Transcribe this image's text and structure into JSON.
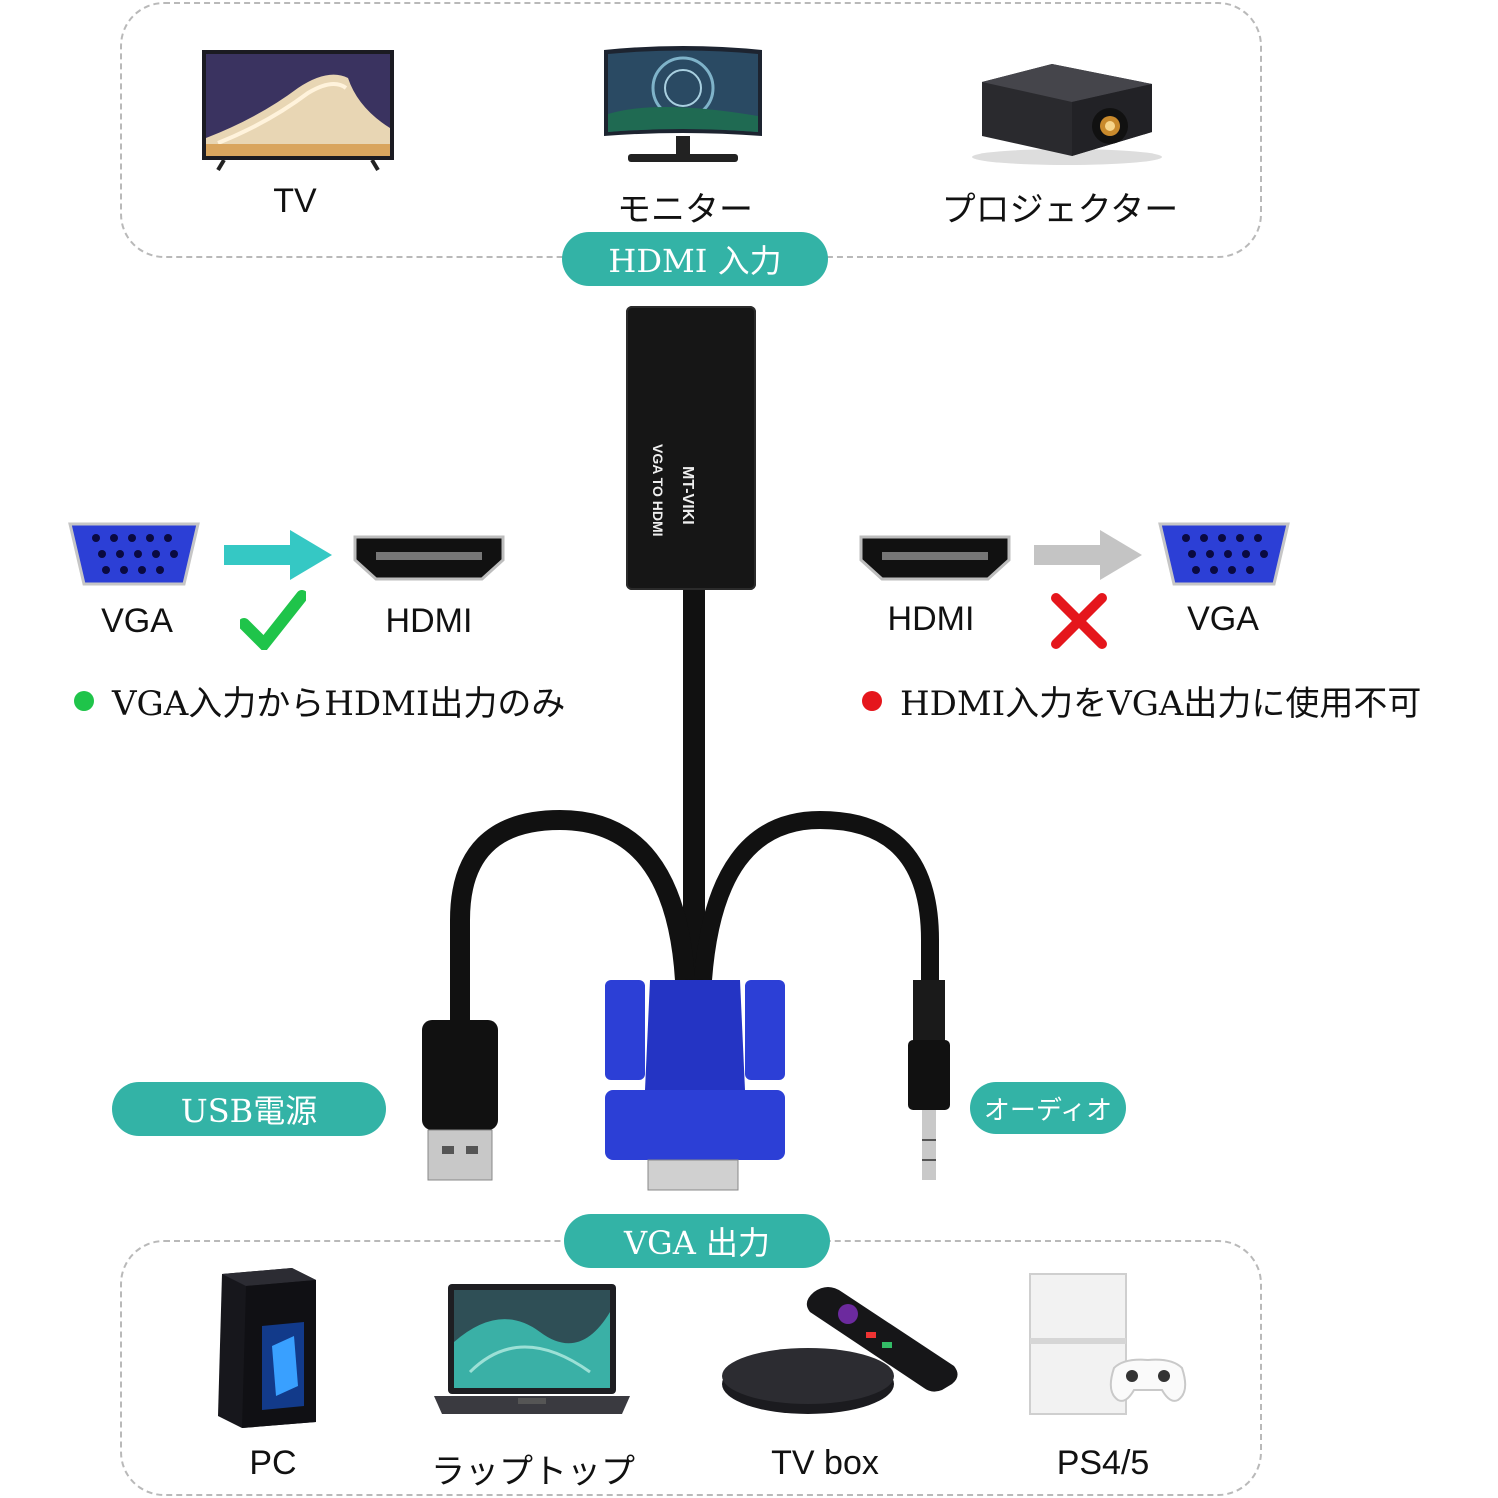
{
  "top_section": {
    "devices": [
      {
        "label": "TV",
        "icon": "tv-icon"
      },
      {
        "label": "モニター",
        "icon": "monitor-icon"
      },
      {
        "label": "プロジェクター",
        "icon": "projector-icon"
      }
    ],
    "badge": "HDMI 入力"
  },
  "adapter": {
    "brand": "MT-VIKI",
    "model": "VGA TO HDMI"
  },
  "left_compat": {
    "from": "VGA",
    "to": "HDMI",
    "note": "VGA入力からHDMI出力のみ",
    "status_color": "#1fc44a"
  },
  "right_compat": {
    "from": "HDMI",
    "to": "VGA",
    "note": "HDMI入力をVGA出力に使用不可",
    "status_color": "#e5161c"
  },
  "connectors": {
    "usb_badge": "USB電源",
    "audio_badge": "オーディオ"
  },
  "bottom_section": {
    "badge": "VGA 出力",
    "devices": [
      {
        "label": "PC",
        "icon": "pc-tower-icon"
      },
      {
        "label": "ラップトップ",
        "icon": "laptop-icon"
      },
      {
        "label": "TV box",
        "icon": "tv-box-icon"
      },
      {
        "label": "PS4/5",
        "icon": "game-console-icon"
      }
    ]
  },
  "colors": {
    "accent": "#33b3a6",
    "vga_blue": "#2c3fd6",
    "arrow_teal": "#35c8c4"
  }
}
